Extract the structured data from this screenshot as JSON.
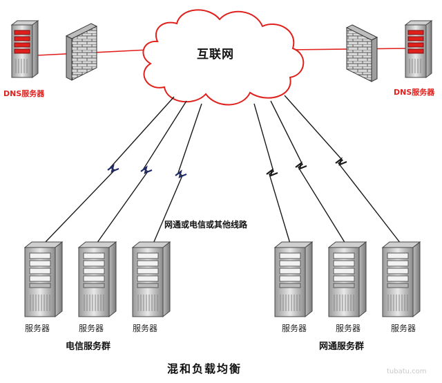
{
  "cloud": {
    "label": "互联网"
  },
  "dns": {
    "left_label": "DNS服务器",
    "right_label": "DNS服务器"
  },
  "link": {
    "label": "网通或电信或其他线路"
  },
  "servers": {
    "left": [
      "服务器",
      "服务器",
      "服务器"
    ],
    "right": [
      "服务器",
      "服务器",
      "服务器"
    ]
  },
  "groups": {
    "telecom": "电信服务群",
    "netcom": "网通服务群"
  },
  "title": "混和负载均衡",
  "watermark": "tubatu.com",
  "colors": {
    "dns_red": "#e0201c",
    "cloud_stroke": "#e0201c",
    "lightning": "#1f2a66",
    "firewall": "#8a8a8a"
  },
  "icons": [
    "cloud-icon",
    "firewall-icon",
    "server-tower-icon",
    "dns-server-icon",
    "lightning-link-icon"
  ]
}
